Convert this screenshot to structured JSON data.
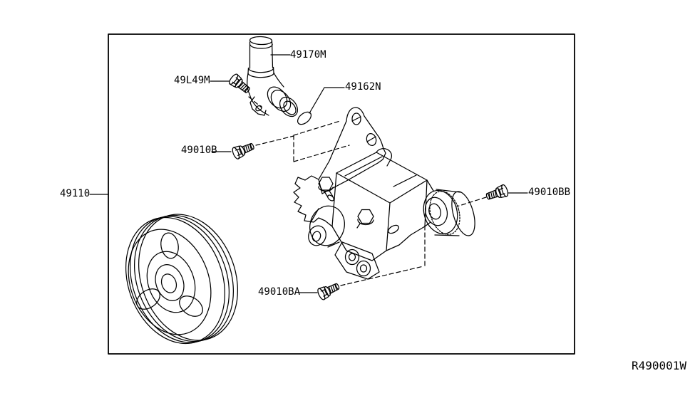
{
  "colors": {
    "background": "#ffffff",
    "line": "#000000",
    "text": "#000000"
  },
  "diagram": {
    "ref_code": "R490001W",
    "labels": [
      {
        "id": "49170M",
        "text": "49170M"
      },
      {
        "id": "49L49M",
        "text": "49L49M"
      },
      {
        "id": "49162N",
        "text": "49162N"
      },
      {
        "id": "49010B",
        "text": "49010B"
      },
      {
        "id": "49110",
        "text": "49110"
      },
      {
        "id": "49010BB",
        "text": "49010BB"
      },
      {
        "id": "49010BA",
        "text": "49010BA"
      }
    ]
  }
}
